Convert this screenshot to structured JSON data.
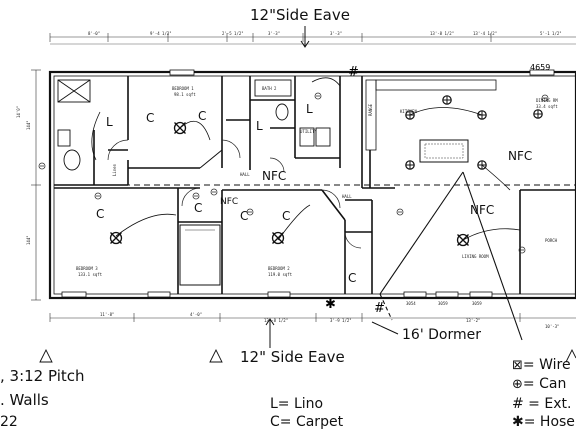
{
  "annotations": {
    "top_eave": "12\"Side Eave",
    "bottom_eave": "12\" Side Eave",
    "dormer": "16' Dormer"
  },
  "rooms": {
    "bedroom1": {
      "title": "BEDROOM 1",
      "area": "98.1 sqft",
      "floor": "C"
    },
    "bedroom2": {
      "title": "BEDROOM 2",
      "area": "119.0 sqft",
      "floor": "C"
    },
    "bedroom3": {
      "title": "BEDROOM 3",
      "area": "133.1 sqft",
      "floor": "C"
    },
    "bath1": {
      "floor": "L"
    },
    "bath2": {
      "title": "BATH 2",
      "floor": "L"
    },
    "utility": {
      "title": "UTILITY",
      "floor": "L"
    },
    "kitchen": {
      "title": "KITCHEN",
      "floor": "NFC"
    },
    "dining": {
      "title": "DINING RM",
      "area": "33.4 sqft"
    },
    "living": {
      "title": "LIVING ROOM",
      "floor": "NFC"
    },
    "hall": {
      "title": "HALL",
      "floor": "NFC"
    },
    "hall2": {
      "title": "HALL"
    },
    "closet": {
      "floor": "C"
    },
    "foyer": {
      "floor": "NFC"
    },
    "linen": {
      "title": "Linen"
    },
    "range": {
      "title": "RANGE"
    },
    "porch": {
      "title": "PORCH"
    }
  },
  "dimensions": {
    "top": [
      "8'-0\"",
      "9'-4 1/2\"",
      "2'-5 1/2\"",
      "3'-3\"",
      "3'-3\"",
      "13'-8 1/2\"",
      "13'-4 1/2\"",
      "5'-1 1/2\""
    ],
    "bottom": [
      "11'-8\"",
      "4'-0\"",
      "13'-8 1/2\"",
      "3'-9 1/2\"",
      "13'-2\"",
      "10'-3\""
    ],
    "sidewall": "14'0\"",
    "overall_left_top": "144\"",
    "overall_left_bottom": "144\""
  },
  "windows": [
    "3054",
    "3059",
    "3059",
    "4659"
  ],
  "legend": {
    "pitch": ", 3:12 Pitch",
    "walls": ". Walls",
    "code": "22",
    "lino": "L= Lino",
    "carpet": "C= Carpet",
    "wire": "= Wire",
    "can": "= Can",
    "ext": "# = Ext.",
    "hose": "= Hose"
  }
}
